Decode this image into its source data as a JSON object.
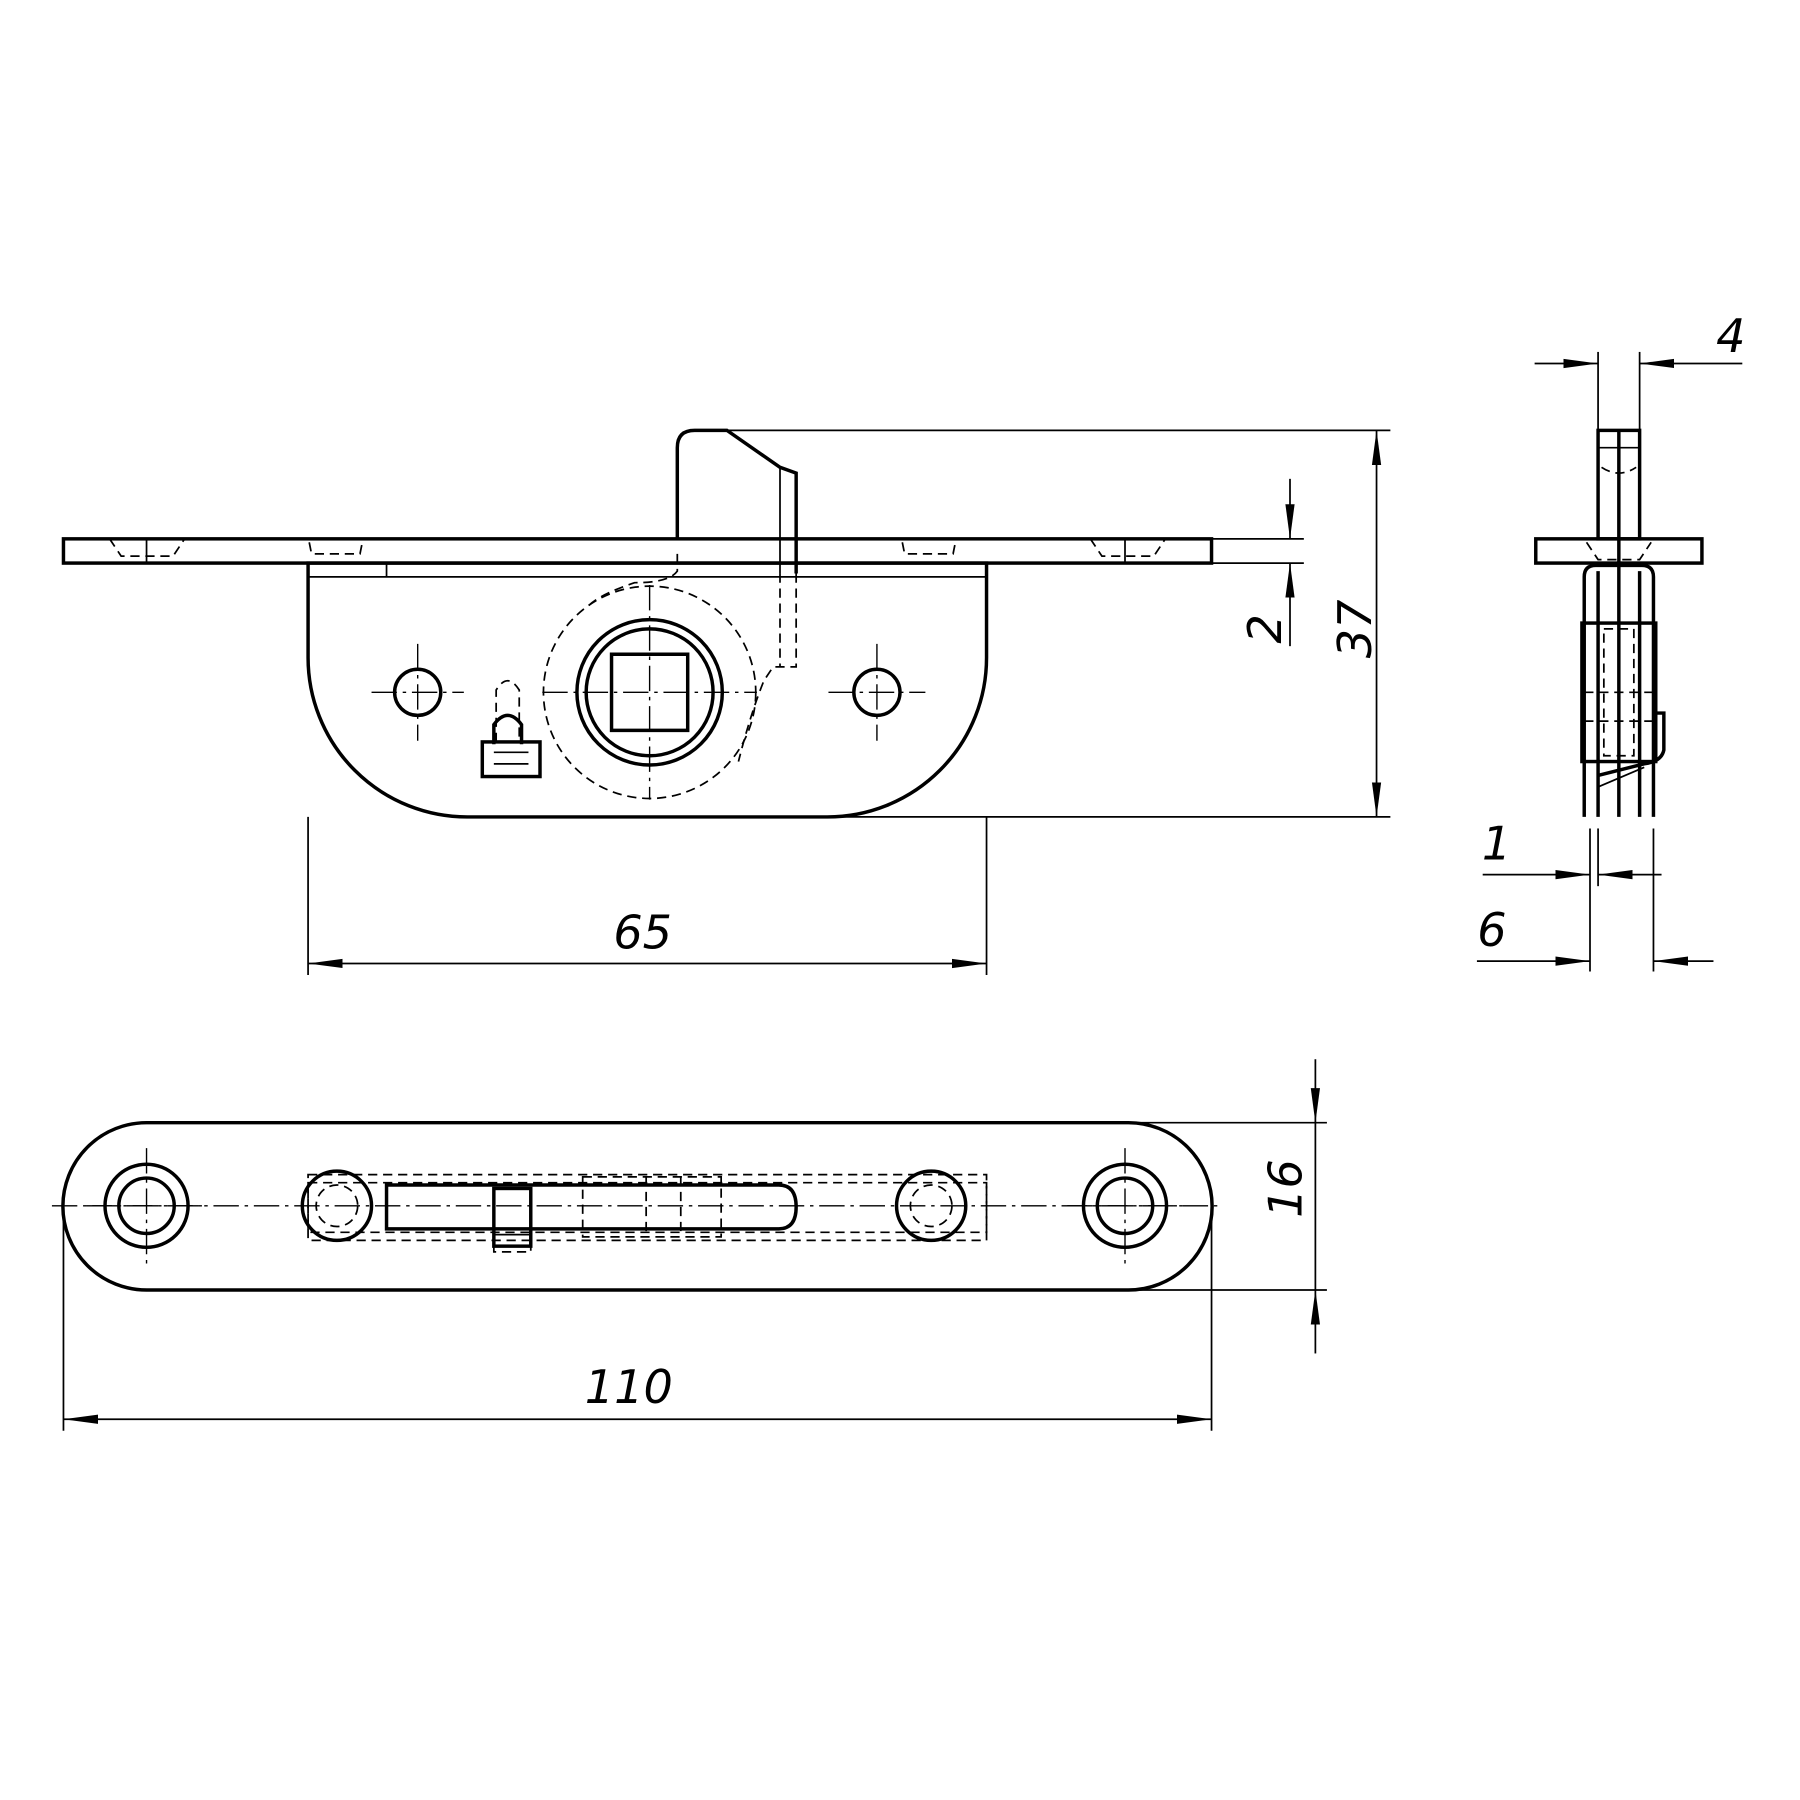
{
  "drawing": {
    "front_view": {
      "dim_width": "65",
      "dim_height": "37",
      "dim_plate_thickness": "2"
    },
    "side_view": {
      "dim_tongue_width": "4",
      "dim_gap": "1",
      "dim_body_width": "6"
    },
    "top_view": {
      "dim_length": "110",
      "dim_plate_width": "16"
    }
  }
}
